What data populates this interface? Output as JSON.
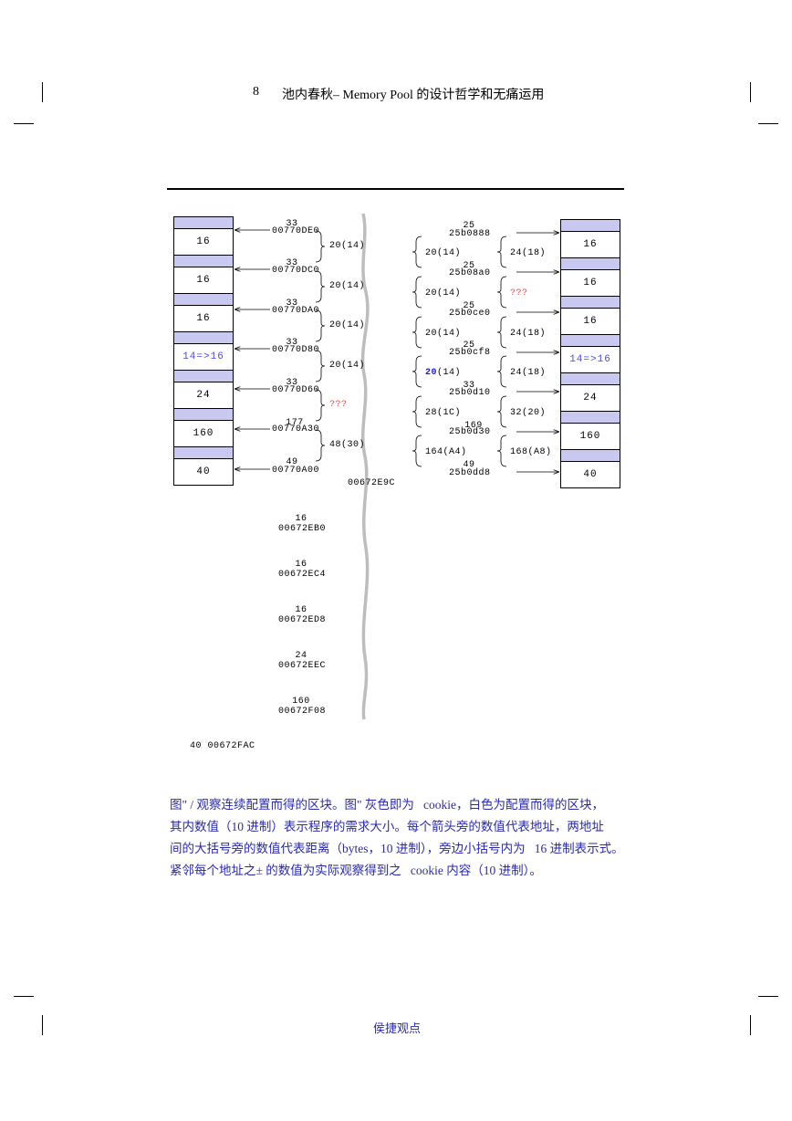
{
  "header": {
    "page_number": "8",
    "title": "池内春秋– Memory Pool 的设计哲学和无痛运用"
  },
  "left": {
    "blocks": [
      "16",
      "16",
      "16",
      "14=>16",
      "24",
      "160",
      "40"
    ],
    "addresses": [
      {
        "cookie": "33",
        "addr": "00770DE0"
      },
      {
        "cookie": "33",
        "addr": "00770DC0"
      },
      {
        "cookie": "33",
        "addr": "00770DA0"
      },
      {
        "cookie": "33",
        "addr": "00770D80"
      },
      {
        "cookie": "33",
        "addr": "00770D60"
      },
      {
        "cookie": "177",
        "addr": "00770A30"
      },
      {
        "cookie": "49",
        "addr": "00770A00"
      }
    ],
    "distances": [
      "20(14)",
      "20(14)",
      "20(14)",
      "20(14)",
      "???",
      "48(30)"
    ]
  },
  "right": {
    "blocks": [
      "16",
      "16",
      "16",
      "14=>16",
      "24",
      "160",
      "40"
    ],
    "addresses": [
      {
        "cookie": "25",
        "addr": "25b0888"
      },
      {
        "cookie": "25",
        "addr": "25b08a0"
      },
      {
        "cookie": "25",
        "addr": "25b0ce0"
      },
      {
        "cookie": "25",
        "addr": "25b0cf8"
      },
      {
        "cookie": "33",
        "addr": "25b0d10"
      },
      {
        "cookie": "169",
        "addr": "25b0d30"
      },
      {
        "cookie": "49",
        "addr": "25b0dd8"
      }
    ],
    "inner_distances": [
      "20(14)",
      "20(14)",
      "20(14)",
      "20(14)",
      "28(1C)",
      "164(A4)"
    ],
    "outer_distances": [
      "24(18)",
      "???",
      "24(18)",
      "24(18)",
      "32(20)",
      "168(A8)"
    ]
  },
  "middle": {
    "divider_label": "00672E9C",
    "entries": [
      {
        "cookie": "16",
        "addr": "00672EB0"
      },
      {
        "cookie": "16",
        "addr": "00672EC4"
      },
      {
        "cookie": "16",
        "addr": "00672ED8"
      },
      {
        "cookie": "24",
        "addr": "00672EEC"
      },
      {
        "cookie": "160",
        "addr": "00672F08"
      }
    ],
    "last_entry": "40 00672FAC"
  },
  "caption": {
    "lines": [
      "图\" / 观察连续配置而得的区块。图\" 灰色即为   cookie，白色为配置而得的区块，",
      "其内数值（10 进制）表示程序的需求大小。每个箭头旁的数值代表地址，两地址",
      "间的大括号旁的数值代表距离（bytes，10 进制），旁边小括号内为   16 进制表示式。",
      "紧邻每个地址之± 的数值为实际观察得到之   cookie 内容（10 进制）。"
    ]
  },
  "footer": {
    "text": "侯捷观点"
  },
  "colors": {
    "cookie_fill": "#c8c8f0",
    "caption_text": "#2a2aa8",
    "highlight_blue": "#4a4ad8",
    "highlight_red": "#e05050"
  }
}
